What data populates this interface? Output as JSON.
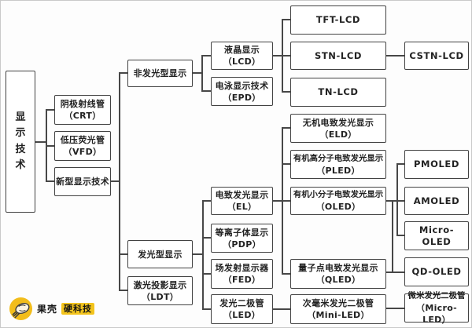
{
  "root": {
    "label": "显示技术"
  },
  "nodes": {
    "crt": {
      "title": "阴极射线管",
      "sub": "（CRT）"
    },
    "vfd": {
      "title": "低压荧光管",
      "sub": "（VFD）"
    },
    "new_display": {
      "title": "新型显示技术"
    },
    "non_emissive": {
      "title": "非发光型显示"
    },
    "emissive": {
      "title": "发光型显示"
    },
    "ldt": {
      "title": "激光投影显示",
      "sub": "（LDT）"
    },
    "lcd": {
      "title": "液晶显示",
      "sub": "（LCD）"
    },
    "epd": {
      "title": "电泳显示技术",
      "sub": "（EPD）"
    },
    "el": {
      "title": "电致发光显示",
      "sub": "（EL）"
    },
    "pdp": {
      "title": "等离子体显示",
      "sub": "（PDP）"
    },
    "fed": {
      "title": "场发射显示器",
      "sub": "（FED）"
    },
    "led": {
      "title": "发光二极管",
      "sub": "（LED）"
    },
    "tft_lcd": {
      "title": "TFT-LCD"
    },
    "stn_lcd": {
      "title": "STN-LCD"
    },
    "tn_lcd": {
      "title": "TN-LCD"
    },
    "eld": {
      "title": "无机电致发光显示",
      "sub": "（ELD）"
    },
    "pled": {
      "title": "有机高分子电致发光显示",
      "sub": "（PLED）"
    },
    "oled": {
      "title": "有机小分子电致发光显示",
      "sub": "（OLED）"
    },
    "qled": {
      "title": "量子点电致发光显示",
      "sub": "（QLED）"
    },
    "mini_led": {
      "title": "次毫米发光二极管",
      "sub": "（Mini-LED）"
    },
    "cstn_lcd": {
      "title": "CSTN-LCD"
    },
    "pmoled": {
      "title": "PMOLED"
    },
    "amoled": {
      "title": "AMOLED"
    },
    "micro_oled": {
      "title": "Micro-OLED"
    },
    "qd_oled": {
      "title": "QD-OLED"
    },
    "micro_led": {
      "title": "微米发光二极管",
      "sub": "（Micro-LED）"
    }
  },
  "logo": {
    "brand": "果壳",
    "badge": "硬科技"
  },
  "colors": {
    "box_border": "#424242",
    "line": "#474747",
    "background": "#fdfdfd",
    "logo_yellow": "#f2bd1b"
  }
}
